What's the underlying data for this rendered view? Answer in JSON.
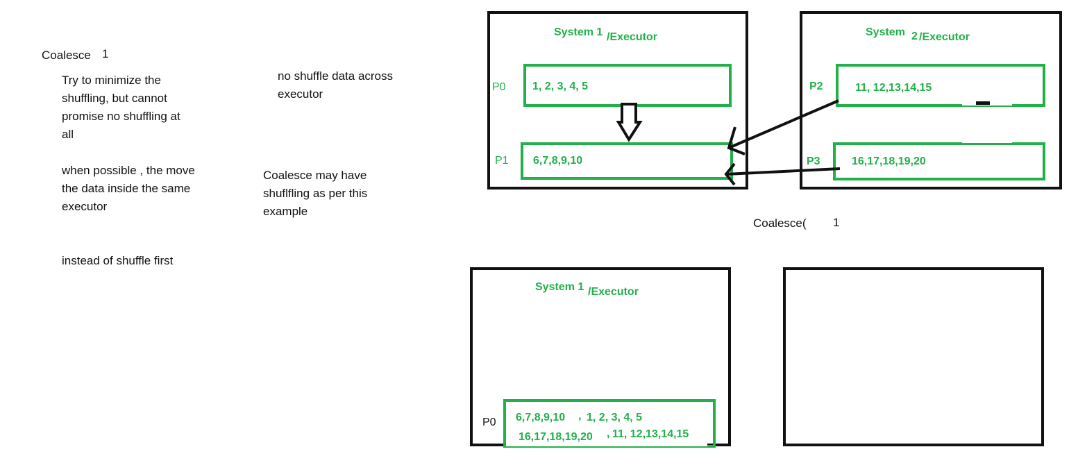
{
  "notes": {
    "coalesce_heading": "Coalesce",
    "coalesce_num": "1",
    "try_minimize": "Try to minimize the\nshuffling, but cannot\npromise no shuffling at\nall",
    "when_possible": "when possible , the move\nthe data inside the same\nexecutor",
    "instead": "instead of shuffle first",
    "no_shuffle": "no shuffle data across\nexecutor",
    "may_have": "Coalesce may have\nshuflfling as per this\nexample"
  },
  "system1": {
    "title": "System 1",
    "suffix": "/Executor",
    "p0_label": "P0",
    "p0_values": "1, 2, 3, 4, 5",
    "p1_label": "P1",
    "p1_values": "6,7,8,9,10"
  },
  "system2": {
    "title": "System",
    "title_num": "2",
    "suffix": "/Executor",
    "p2_label": "P2",
    "p2_values": "11, 12,13,14,15",
    "p3_label": "P3",
    "p3_values": "16,17,18,19,20"
  },
  "coalesce_label": "Coalesce(",
  "coalesce_arg": "1",
  "result_system": {
    "title": "System 1",
    "suffix": "/Executor",
    "p0_label": "P0",
    "line1_a": "6,7,8,9,10",
    "line1_sep": ",",
    "line1_b": "1, 2, 3, 4, 5",
    "line2_a": "16,17,18,19,20",
    "line2_sep": ",",
    "line2_b": "11, 12,13,14,15"
  },
  "colors": {
    "green": "#22b04a",
    "black": "#111111"
  }
}
